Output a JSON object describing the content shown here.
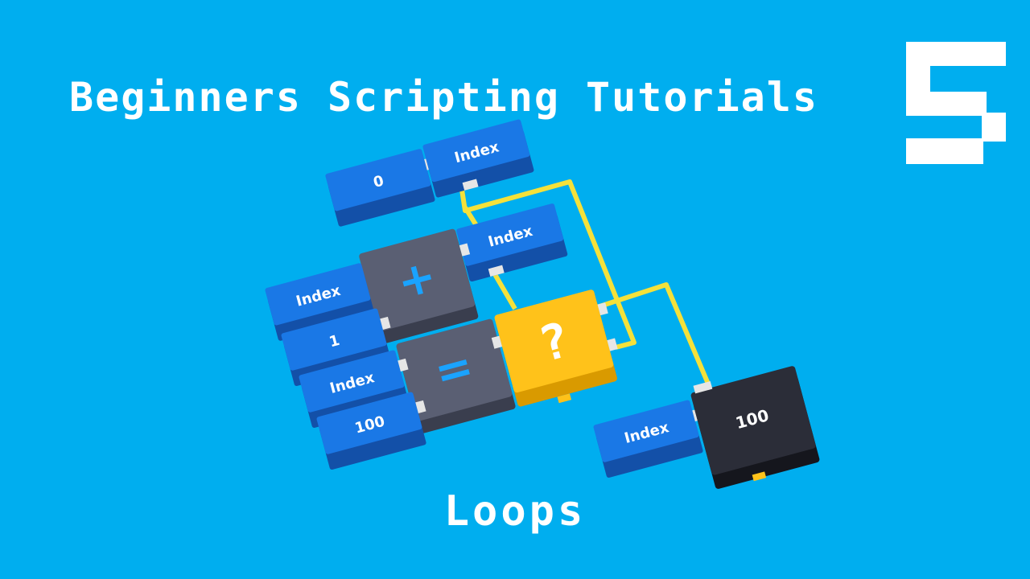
{
  "title": "Beginners Scripting Tutorials",
  "subtitle": "Loops",
  "logo_icon": "pixel-s-logo",
  "colors": {
    "background": "#00aeef",
    "block_blue": "#1a78e6",
    "block_gray": "#5a5f73",
    "block_yellow": "#ffc21a",
    "block_dark": "#2b2d38",
    "wire": "#f5e13a"
  },
  "blocks": {
    "zero": "0",
    "index_top": "Index",
    "index_mid": "Index",
    "index_left_1": "Index",
    "one": "1",
    "index_left_2": "Index",
    "hundred_left": "100",
    "index_bottom": "Index",
    "hundred_dark": "100"
  },
  "operators": {
    "plus": "+",
    "equals": "=",
    "question": "?"
  }
}
